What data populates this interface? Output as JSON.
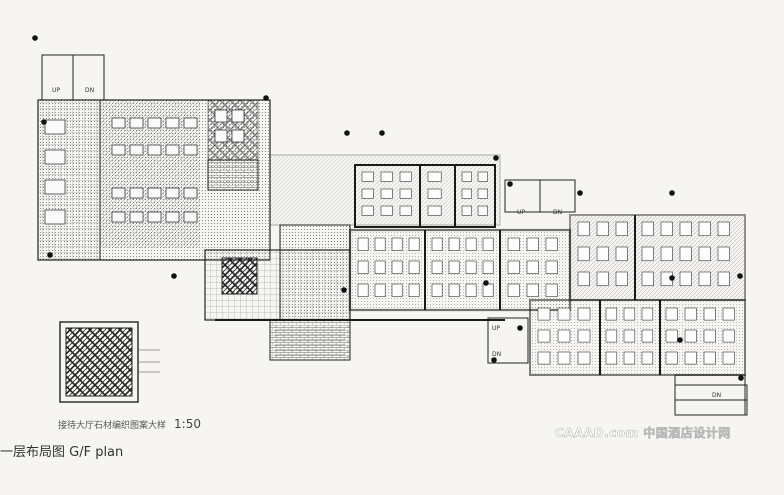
{
  "plan_title": "一层布局图 G/F plan",
  "detail_caption": "接待大厅石材编织图案大样",
  "detail_scale": "1:50",
  "watermark": "CAAAD.com 中国酒店设计网",
  "stair_labels": {
    "up": "UP",
    "down": "DN"
  },
  "colors": {
    "paper": "#f6f5f2",
    "line": "#2a2a2a",
    "hatch": "#555555",
    "wall": "#1a1a1a"
  }
}
